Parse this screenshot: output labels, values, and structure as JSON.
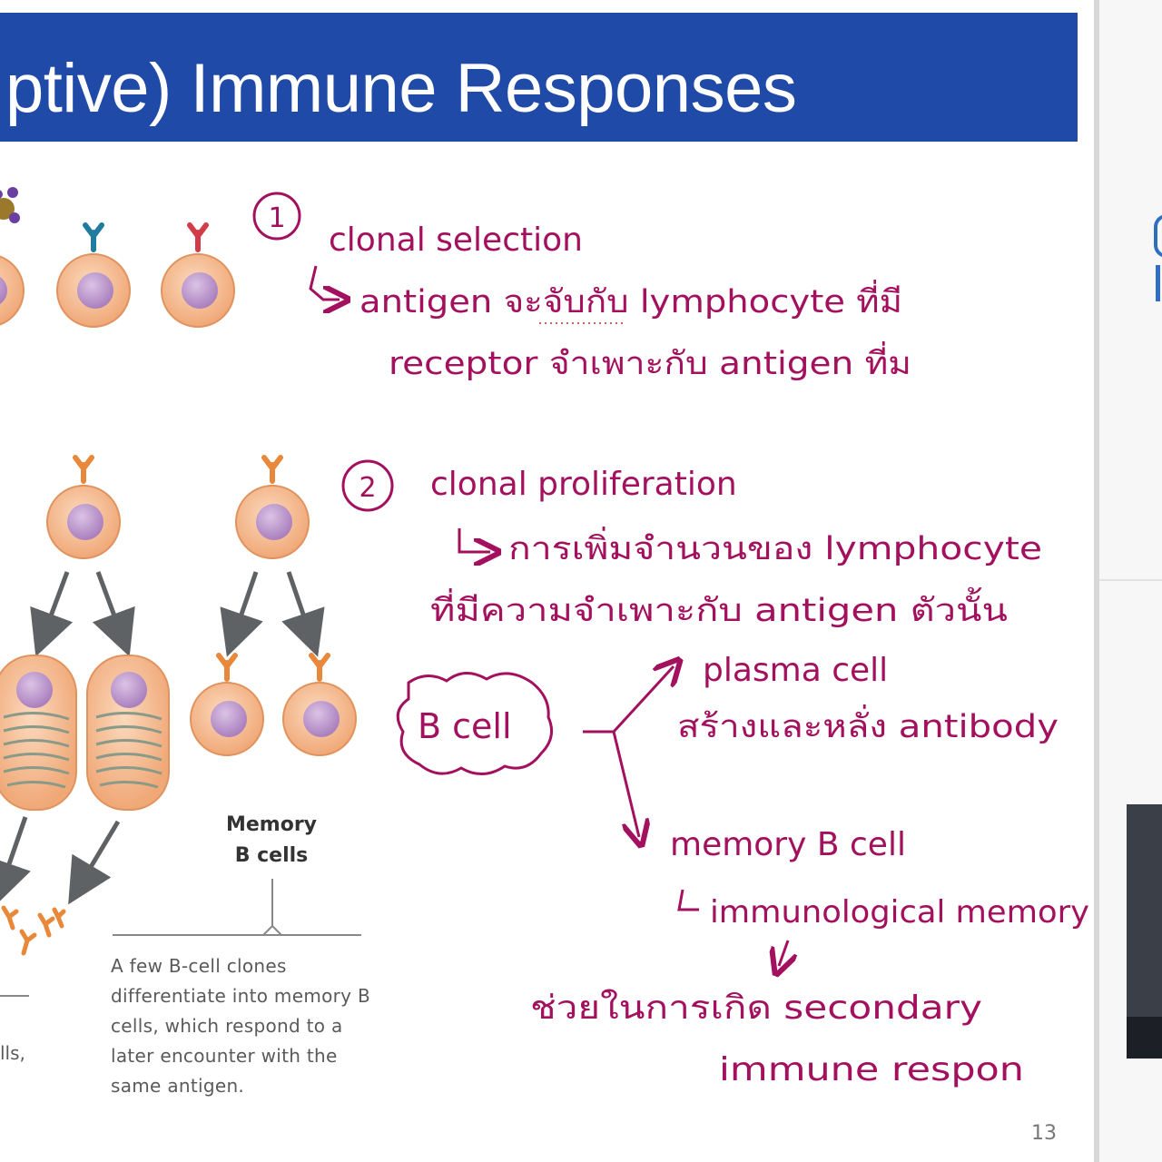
{
  "slide": {
    "title": "ptive) Immune Responses",
    "page_number": "13",
    "memory_label_line1": "Memory",
    "memory_label_line2": "B cells",
    "caption": "A few B-cell clones differentiate into memory B cells, which respond to a later encounter with the same antigen.",
    "caption_fragment": "lls,"
  },
  "notes": {
    "step1_number": "1",
    "step1_title": "clonal selection",
    "step1_line1": "antigen จะจับกับ lymphocyte ที่มี",
    "step1_line2": "receptor จำเพาะกับ antigen ที่ม",
    "step2_number": "2",
    "step2_title": "clonal proliferation",
    "step2_line1": "การเพิ่มจำนวนของ lymphocyte",
    "step2_line2": "ที่มีความจำเพาะกับ antigen ตัวนั้น",
    "bcell_label": "B cell",
    "plasma_title": "plasma cell",
    "plasma_desc": "สร้างและหลั่ง antibody",
    "memory_title": "memory B cell",
    "memory_desc": "immunological memory",
    "secondary_line1": "ช่วยในการเกิด secondary",
    "secondary_line2": "immune respon"
  },
  "colors": {
    "title_bar": "#1f4aa8",
    "ink": "#a3105e",
    "cell_fill": "#f4b98c",
    "nucleus": "#b68cc4",
    "receptor_orange": "#e8883a",
    "receptor_teal": "#1f7c9e",
    "receptor_red": "#d23c48",
    "arrow_gray": "#5f6265"
  }
}
